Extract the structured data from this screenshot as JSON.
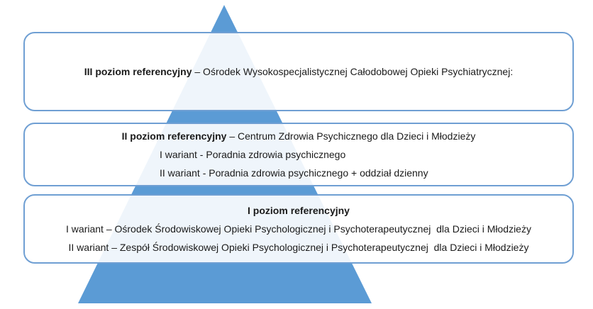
{
  "diagram": {
    "type": "pyramid",
    "colors": {
      "pyramid": "#5b9bd5",
      "box_border": "#6f9fd3",
      "box_fill": "rgba(255,255,255,0.90)",
      "text": "#1a1a1a"
    },
    "levels": [
      {
        "id": "level-3-top",
        "heading": "III poziom referencyjny",
        "heading_suffix": " – Ośrodek Wysokospecjalistycznej Całodobowej Opieki Psychiatrycznej:",
        "lines": []
      },
      {
        "id": "level-2-middle",
        "heading": "II poziom referencyjny",
        "heading_suffix": " – Centrum Zdrowia Psychicznego dla Dzieci i Młodzieży",
        "lines": [
          "I wariant - Poradnia zdrowia psychicznego",
          "II wariant - Poradnia zdrowia psychicznego + oddział dzienny"
        ]
      },
      {
        "id": "level-1-bottom",
        "heading": "I poziom referencyjny",
        "heading_suffix": "",
        "lines": [
          "I wariant – Ośrodek Środowiskowej Opieki Psychologicznej i Psychoterapeutycznej  dla Dzieci i Młodzieży",
          "II wariant – Zespół Środowiskowej Opieki Psychologicznej i Psychoterapeutycznej  dla Dzieci i Młodzieży"
        ]
      }
    ]
  }
}
